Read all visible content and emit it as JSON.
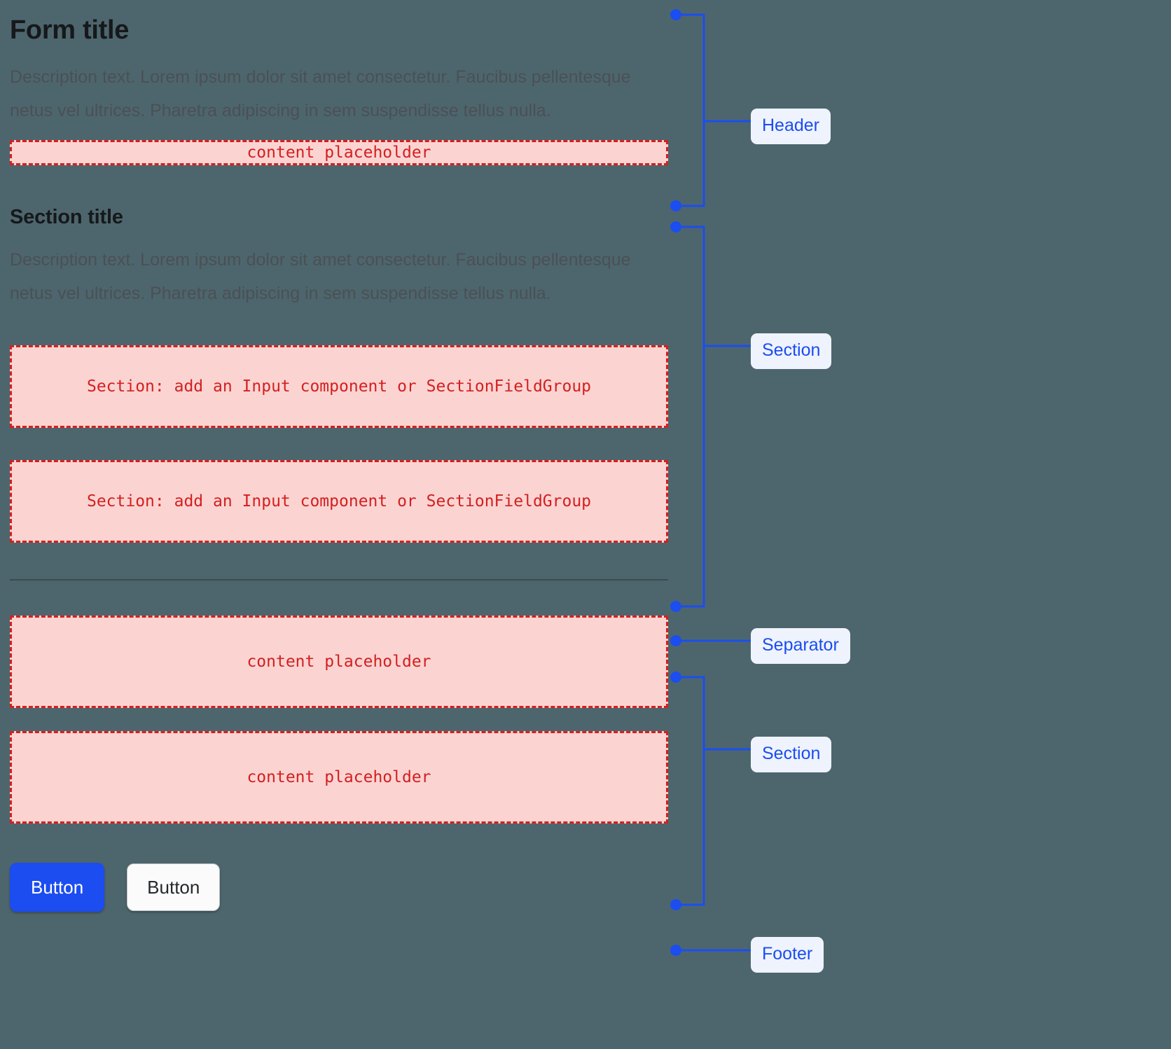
{
  "theme": {
    "page_background": "#4d666d",
    "accent_blue": "#1b4df0",
    "badge_background": "#eef3fe",
    "placeholder_fill": "#fbd4d2",
    "placeholder_border": "#d32020",
    "heading_color": "#16181b",
    "description_color": "#4b5055",
    "separator_color": "#3c4b50"
  },
  "form": {
    "header": {
      "title": "Form title",
      "description": "Description text. Lorem ipsum dolor sit amet consectetur. Faucibus pellentesque netus vel ultrices. Pharetra adipiscing in sem suspendisse tellus nulla.",
      "placeholder": "content placeholder"
    },
    "section": {
      "title": "Section title",
      "description": "Description text. Lorem ipsum dolor sit amet consectetur. Faucibus pellentesque netus vel ultrices. Pharetra adipiscing in sem suspendisse tellus nulla.",
      "field_placeholders": [
        "Section: add an Input component or SectionFieldGroup",
        "Section: add an Input component or SectionFieldGroup"
      ]
    },
    "section_two": {
      "content_placeholders": [
        "content placeholder",
        "content placeholder"
      ]
    },
    "footer": {
      "primary_button": "Button",
      "secondary_button": "Button"
    }
  },
  "annotations": [
    {
      "label": "Header"
    },
    {
      "label": "Section"
    },
    {
      "label": "Separator"
    },
    {
      "label": "Section"
    },
    {
      "label": "Footer"
    }
  ]
}
